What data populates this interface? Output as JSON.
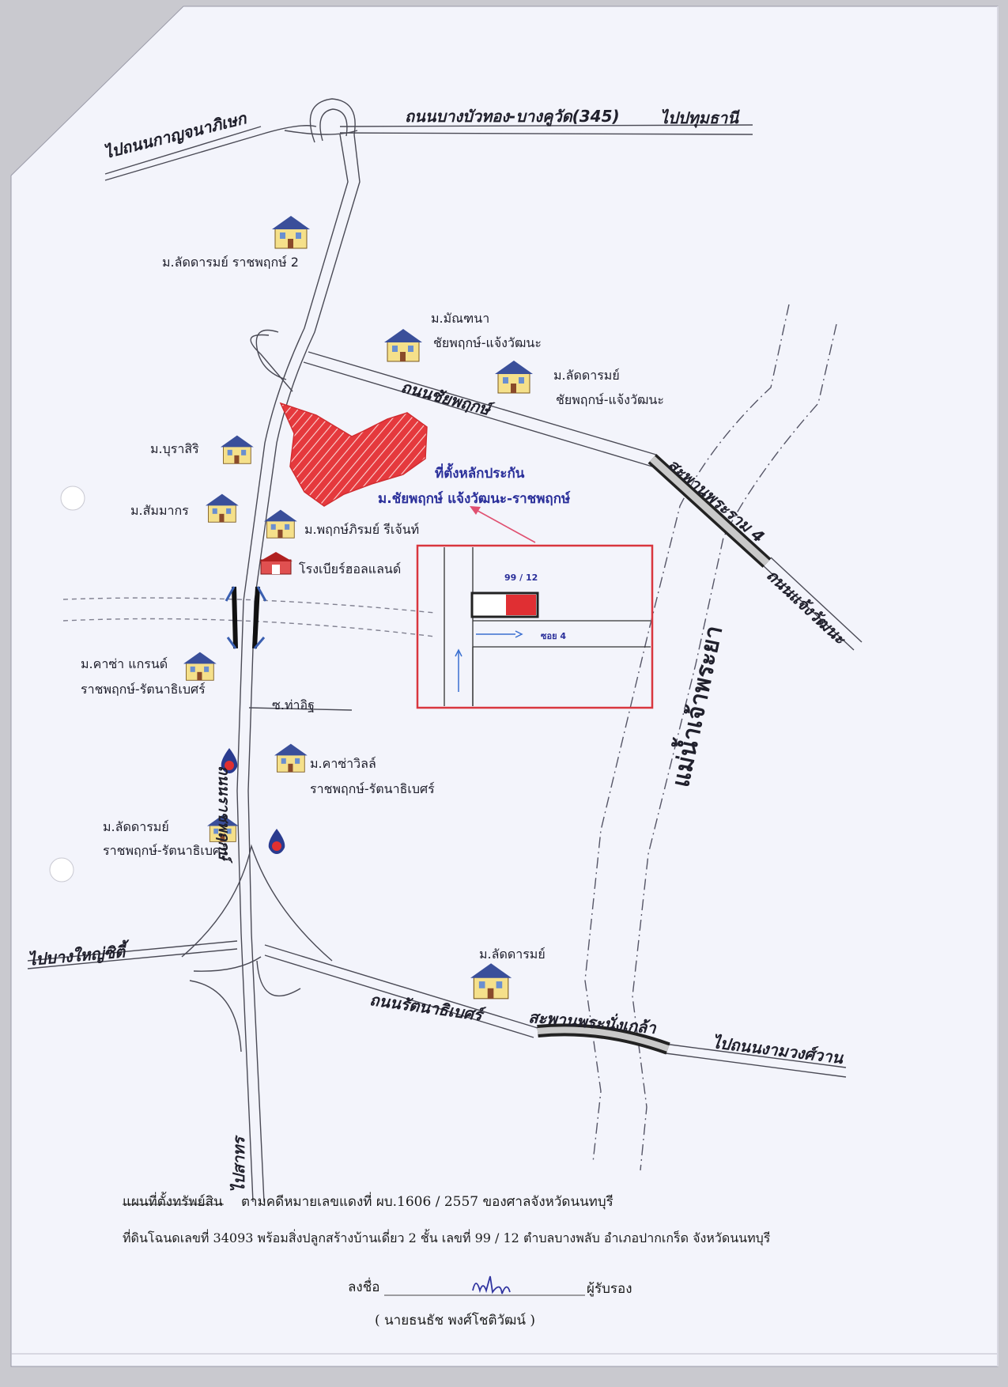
{
  "roads": {
    "bangbuathong": "ถนนบางบัวทอง-บางคูวัด(345)",
    "to_pathum": "ไปปทุมธานี",
    "to_kanchana": "ไปถนนกาญจนาภิเษก",
    "chaiyapruek": "ถนนชัยพฤกษ์",
    "rama4_bridge": "สะพานพระราม 4",
    "chaengwattana": "ถนนแจ้งวัฒนะ",
    "chaophraya": "แม่น้ำเจ้าพระยา",
    "ratchapruek": "ถนนราชพฤกษ์",
    "soi_tha_it": "ซ.ท่าอิฐ",
    "to_bangyai": "ไปบางใหญ่ซิตี้",
    "rattanathibet": "ถนนรัตนาธิเบศร์",
    "nangklao_bridge": "สะพานพระนั่งเกล้า",
    "to_ngamwongwan": "ไปถนนงามวงศ์วาน",
    "to_sathorn": "ไปสาทร"
  },
  "places": {
    "ladda2": "ม.ลัดดารมย์ ราชพฤกษ์ 2",
    "manthana_1": "ม.มัณฑนา",
    "manthana_2": "ชัยพฤกษ์-แจ้งวัฒนะ",
    "ladda_cw_1": "ม.ลัดดารมย์",
    "ladda_cw_2": "ชัยพฤกษ์-แจ้งวัฒนะ",
    "burasiri": "ม.บุราสิริ",
    "summakorn": "ม.สัมมากร",
    "pruksa": "ม.พฤกษ์ภิรมย์ รีเจ้นท์",
    "beer": "โรงเบียร์ฮอลแลนด์",
    "casa_grand_1": "ม.คาซ่า แกรนด์",
    "casa_grand_2": "ราชพฤกษ์-รัตนาธิเบศร์",
    "casa_ville_1": "ม.คาซ่าวิลล์",
    "casa_ville_2": "ราชพฤกษ์-รัตนาธิเบศร์",
    "ladda_rr_1": "ม.ลัดดารมย์",
    "ladda_rr_2": "ราชพฤกษ์-รัตนาธิเบศร์",
    "ladda_south": "ม.ลัดดารมย์"
  },
  "site": {
    "title": "ที่ตั้งหลักประกัน",
    "subtitle": "ม.ชัยพฤกษ์ แจ้งวัฒนะ-ราชพฤกษ์"
  },
  "inset": {
    "house_no": "99 / 12",
    "soi": "ซอย 4"
  },
  "footer": {
    "line1_a": "แผนที่ตั้งทรัพย์สิน",
    "line1_b": "ตามคดีหมายเลขแดงที่  ผบ.1606 / 2557  ของศาลจังหวัดนนทบุรี",
    "line2": "ที่ดินโฉนดเลขที่  34093  พร้อมสิ่งปลูกสร้างบ้านเดี่ยว 2  ชั้น  เลขที่  99 / 12  ตำบลบางพลับ  อำเภอปากเกร็ด  จังหวัดนนทบุรี",
    "sign_prefix": "ลงชื่อ",
    "sign_suffix": "ผู้รับรอง",
    "name": "(     นายธนธัช  พงศ์โชติวัฒน์     )"
  },
  "colors": {
    "site_red": "#e23b3b",
    "inset_border": "#d9363e",
    "label_blue": "#2a2f9a",
    "paper": "#f3f4fb"
  }
}
